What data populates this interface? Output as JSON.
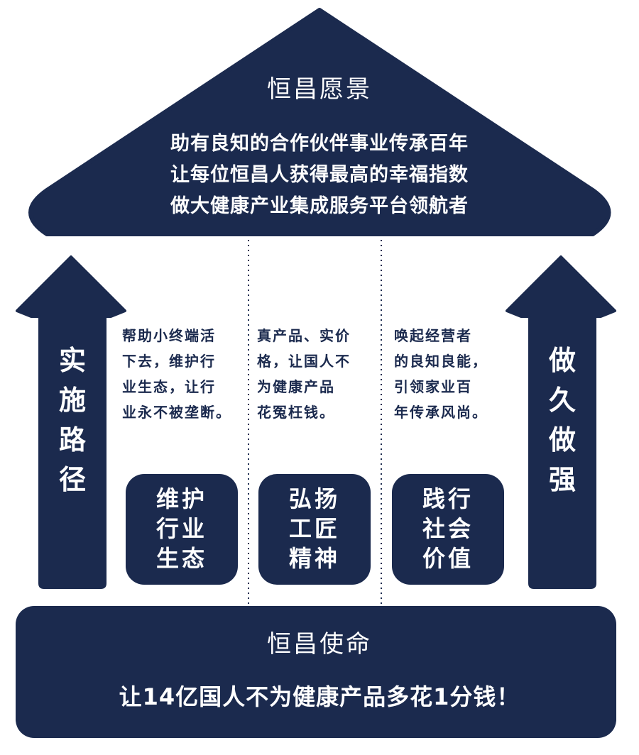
{
  "vision": {
    "title": "恒昌愿景",
    "lines": [
      "助有良知的合作伙伴事业传承百年",
      "让每位恒昌人获得最高的幸福指数",
      "做大健康产业集成服务平台领航者"
    ]
  },
  "left_arrow": {
    "label": "实施路径",
    "chars": [
      "实",
      "施",
      "路",
      "径"
    ]
  },
  "right_arrow": {
    "label": "做久做强",
    "chars": [
      "做",
      "久",
      "做",
      "强"
    ]
  },
  "columns": [
    {
      "desc_lines": [
        "帮助小终端活",
        "下去，维护行",
        "业生态，让行",
        "业永不被垄断。"
      ],
      "pillar_lines": [
        "维护",
        "行业",
        "生态"
      ]
    },
    {
      "desc_lines": [
        "真产品、实价",
        "格，让国人不",
        "为健康产品",
        "花冤枉钱。"
      ],
      "pillar_lines": [
        "弘扬",
        "工匠",
        "精神"
      ]
    },
    {
      "desc_lines": [
        "唤起经营者",
        "的良知良能，",
        "引领家业百",
        "年传承风尚。"
      ],
      "pillar_lines": [
        "践行",
        "社会",
        "价值"
      ]
    }
  ],
  "mission": {
    "title": "恒昌使命",
    "line": "让14亿国人不为健康产品多花1分钱！"
  },
  "colors": {
    "navy": "#1b2a4e",
    "text_on_navy": "#ffffff",
    "background": "#ffffff"
  }
}
